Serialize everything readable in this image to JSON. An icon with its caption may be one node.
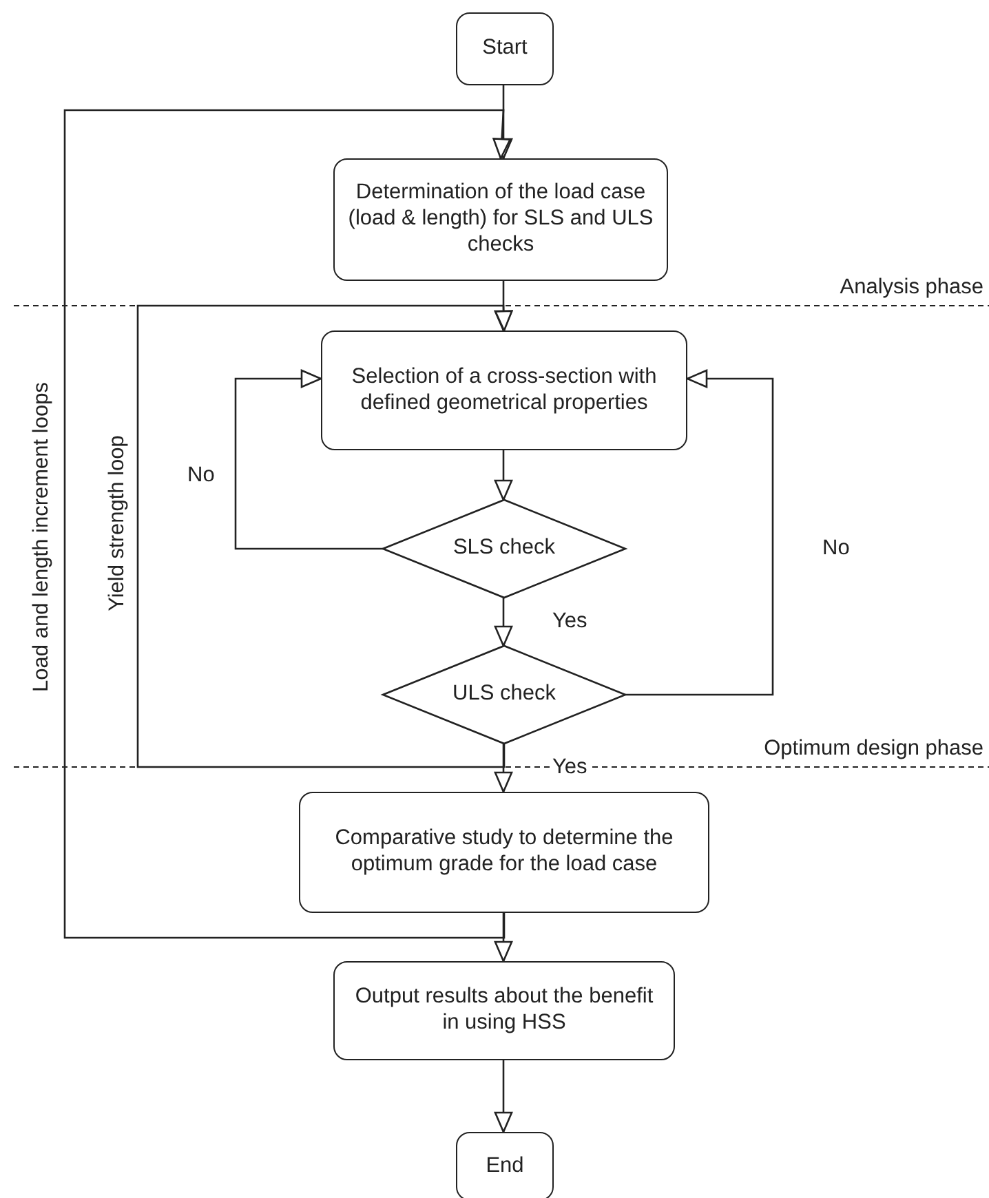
{
  "diagram": {
    "nodes": [
      {
        "text": [
          "Start"
        ]
      },
      {
        "text": [
          "Determination of the load case (load & length) for SLS and ULS checks"
        ]
      },
      {
        "text": [
          "Selection of a cross-section with defined geometrical properties"
        ]
      },
      {
        "text": [
          "SLS check"
        ]
      },
      {
        "text": [
          "ULS check"
        ]
      },
      {
        "text": [
          "Comparative study to determine the optimum grade for the load case"
        ]
      },
      {
        "text": [
          "Output results about the benefit in using HSS"
        ]
      },
      {
        "text": [
          "End"
        ]
      }
    ],
    "edges": [
      {
        "from": 0,
        "to": 1,
        "arrow": "to"
      },
      {
        "from": 1,
        "to": 2,
        "arrow": "to"
      },
      {
        "from": 2,
        "to": 3,
        "arrow": "to"
      },
      {
        "from": 3,
        "to": 2,
        "arrow": "to",
        "label": "No"
      },
      {
        "from": 3,
        "to": 4,
        "arrow": "to",
        "label": "Yes"
      },
      {
        "from": 4,
        "to": 2,
        "arrow": "to",
        "label": "No"
      },
      {
        "from": 4,
        "to": 5,
        "arrow": "to",
        "label": "Yes"
      },
      {
        "from": 5,
        "to": 6,
        "arrow": "to"
      },
      {
        "from": 6,
        "to": 7,
        "arrow": "to"
      },
      {
        "from": 5,
        "to": 1,
        "arrow": "to",
        "label": "Load and length increment loops"
      },
      {
        "from": 4,
        "to": 2,
        "arrow": "to",
        "label": "Yield strength loop"
      }
    ],
    "labels": [
      "Analysis phase",
      "Optimum design phase"
    ]
  }
}
